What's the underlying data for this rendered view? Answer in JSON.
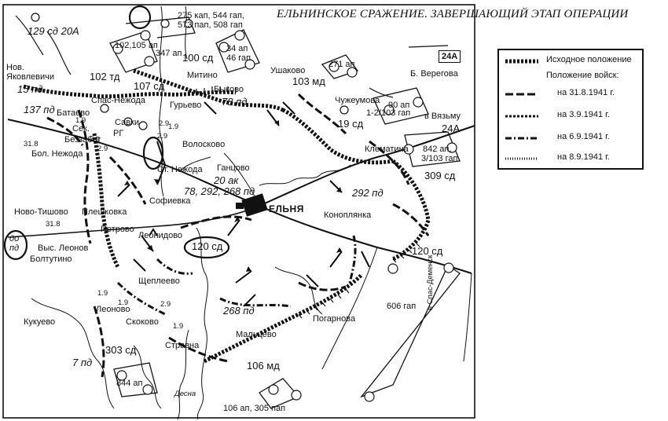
{
  "title": "ЕЛЬНИНСКОЕ СРАЖЕНИЕ. ЗАВЕРШАЮЩИЙ ЭТАП ОПЕРАЦИИ",
  "legend": {
    "initial": "Исходное положение",
    "positions_header": "Положение войск:",
    "dates": [
      "на 31.8.1941 г.",
      "на 3.9.1941 г.",
      "на 6.9.1941 г.",
      "на 8.9.1941 г."
    ]
  },
  "map_labels": {
    "army_box": "24А",
    "army_label": "24А",
    "city": "ЕЛЬНЯ",
    "u129": "129 сд 20А",
    "nov_yak": "Нов.",
    "nov_yak2": "Яковлевичи",
    "u15": "15 пд",
    "u102td": "102 тд",
    "u137": "137 пд",
    "batievo": "Батаево",
    "sek": "Сек.",
    "rg": "РГ",
    "u107": "107 сд",
    "spas_nezhoda": "Спас-Нежода",
    "savki": "Савки",
    "ch275": "275 кап, 544 гап,",
    "ch573": "573 пап, 508 гап",
    "ap102": "102,105 ап",
    "ap347": "347 ап",
    "u100": "100 сд",
    "ap34": "34 ап",
    "ap46": "46 гап",
    "mitino": "Митино",
    "ushakovo": "Ушаково",
    "ap271": "271 ап",
    "u103md": "103 мд",
    "b_veregova": "Б. Верегова",
    "bykovo": "Быково",
    "u78": "78 пд",
    "guryevo": "Гурьево",
    "u19": "19 сд",
    "chuzhumova": "Чужеумова",
    "ap90": "90 ап",
    "ap1_2": "1-2/103 гап",
    "v_vyazmu": "в Вязьму",
    "klematina": "Клематина",
    "ap842": "842 ап,",
    "ap3_103": "3/103 гап",
    "u309": "309 сд",
    "bezzabot": "Беззабот",
    "bol_nezhoda": "Бол. Нежода",
    "st_nezhoda": "Ст. Нежода",
    "voloskovo": "Волосково",
    "gantsovo": "Ганцово",
    "u20ak": "20 ак",
    "u78_292": "78, 292, 268 пд",
    "u292": "292 пд",
    "konoplyanka": "Коноплянка",
    "sofievka": "Софиевка",
    "novo_tishovo": "Ново-Тишово",
    "pleshkovka": "Плешковка",
    "petrovo": "Петрово",
    "leonidovo": "Леонидово",
    "do_pd": "до",
    "do_pd2": "пд",
    "vys_leonovo": "Выс. Леонов",
    "boltutino": "Болтутино",
    "u120": "120 сд",
    "u120b": "120 сд",
    "shchepleevo": "Щеплеево",
    "leonovo": "Леоново",
    "kukuevo": "Кукуево",
    "skokovo": "Скоково",
    "u268": "268 пд",
    "maltsevo": "Мальцево",
    "pogarnova": "Погарнова",
    "gap606": "606 гап",
    "v_spas_demensk": "в Спас-Деменск",
    "u303": "303 сд",
    "u7": "7 пд",
    "strazhna": "Стравна",
    "ap844": "844 ап",
    "u106md": "106 мд",
    "desna": "Десна",
    "ap106": "106 ап, 305 пап",
    "n318a": "31.8",
    "n318b": "31.8",
    "n19a": "1.9",
    "n19b": "1.9",
    "n19c": "1.9",
    "n19d": "1.9",
    "n19e": "1.9",
    "n29a": "2.9",
    "n29b": "2.9",
    "n29c": "2.9",
    "n29d": "2.9",
    "n29e": "2.9"
  },
  "colors": {
    "ink": "#111111",
    "paper": "#ffffff"
  }
}
